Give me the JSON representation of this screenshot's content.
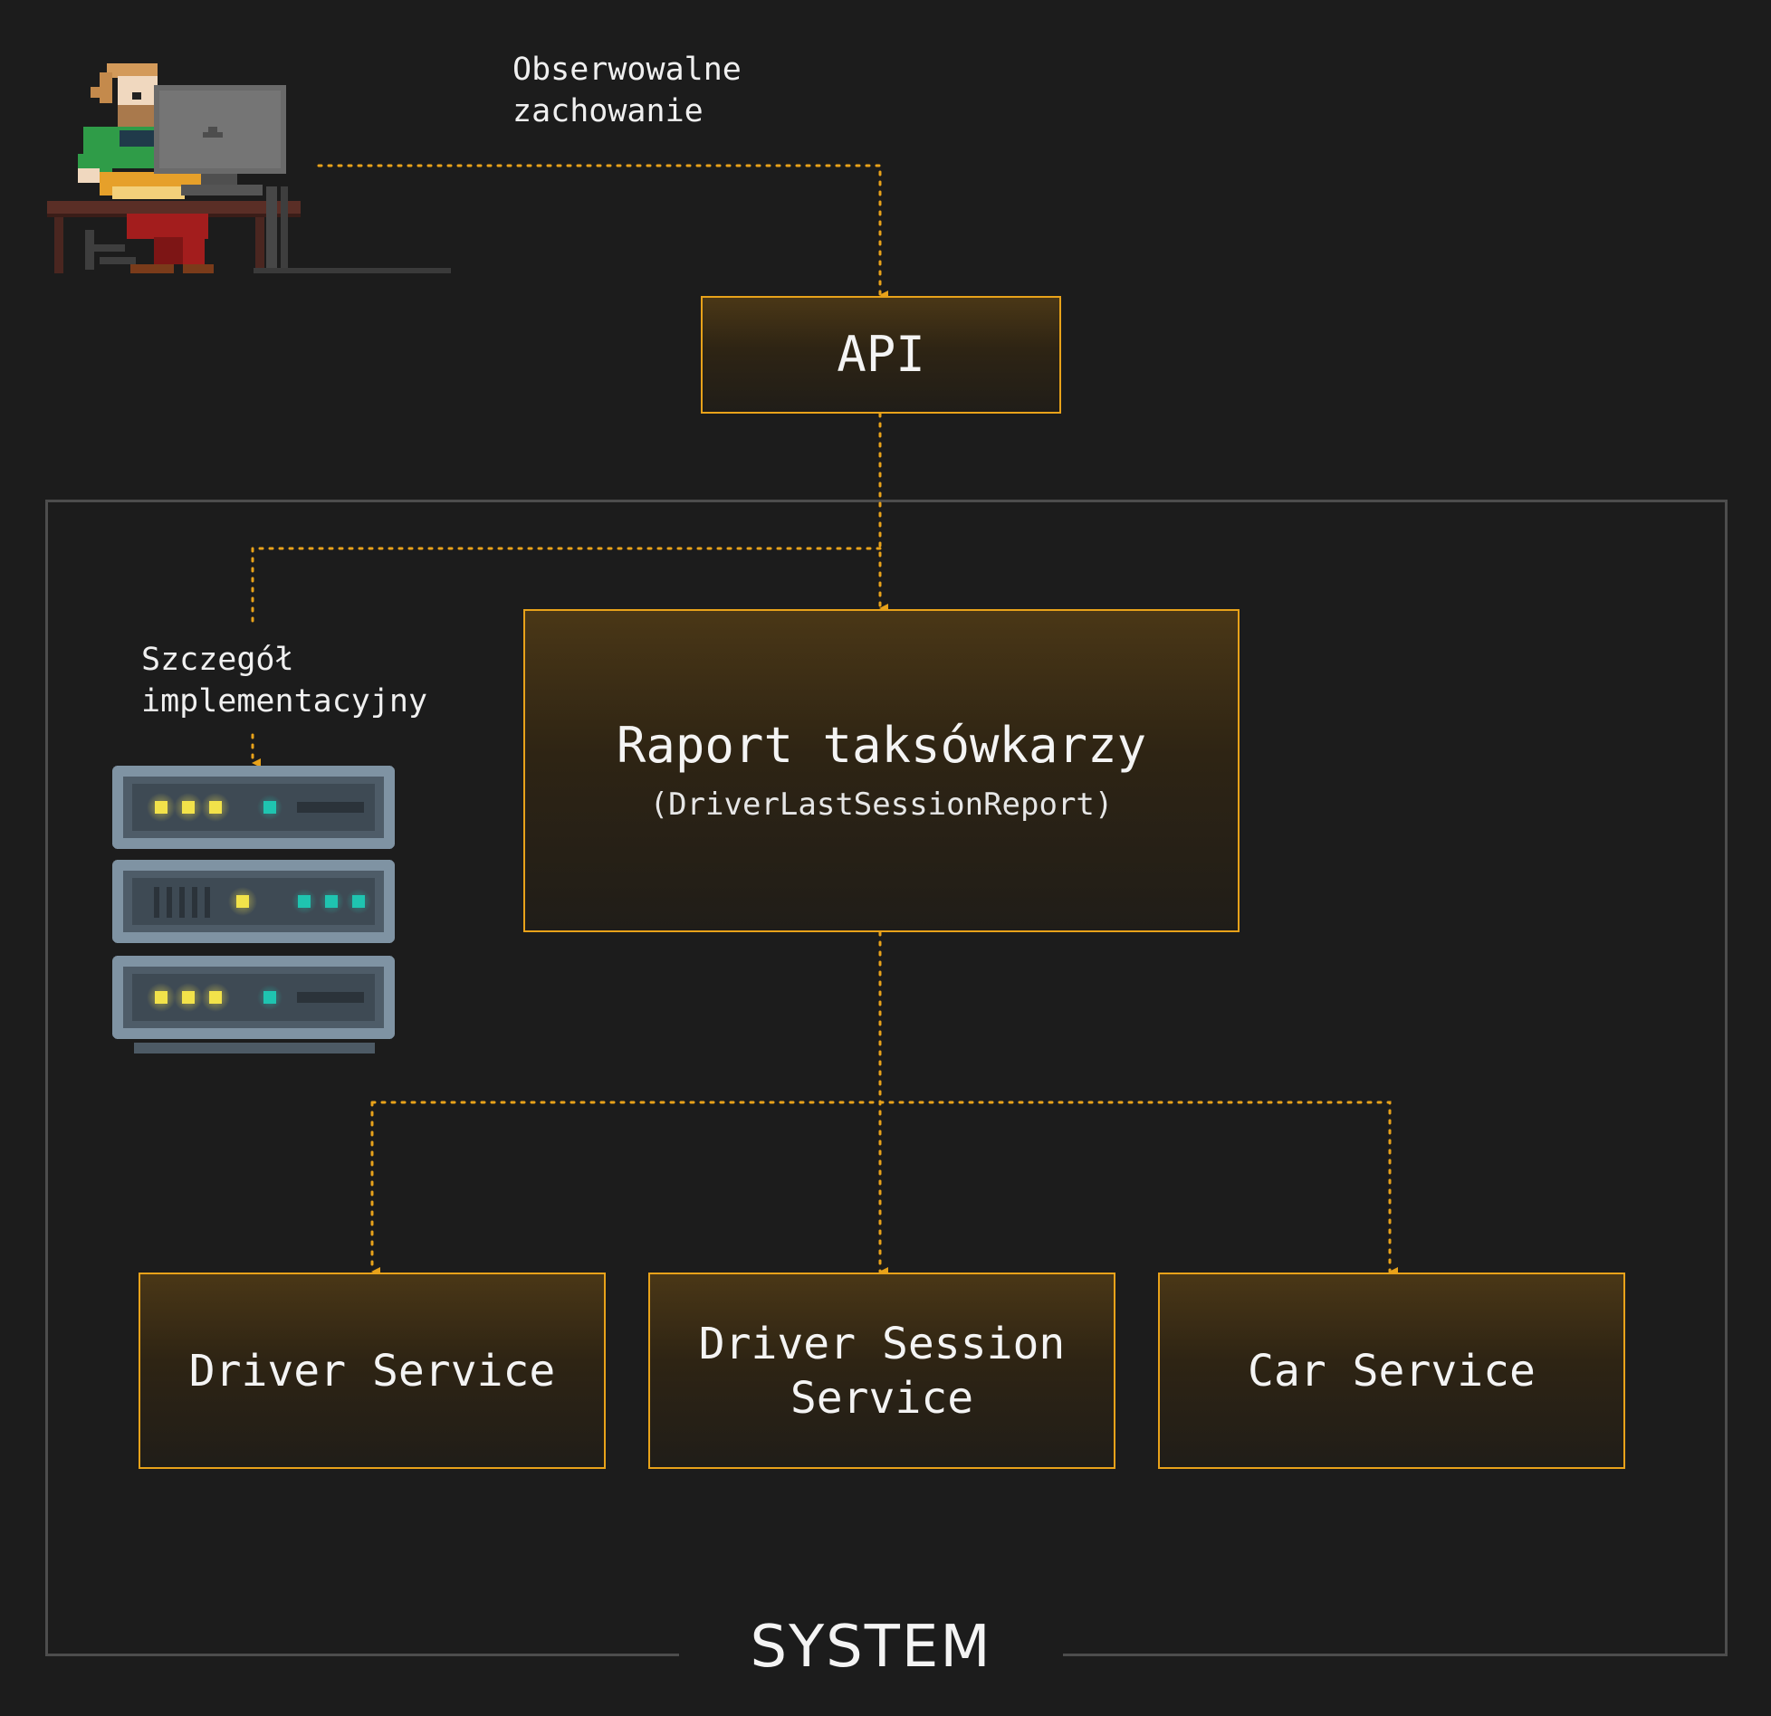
{
  "diagram": {
    "user_label": "Obserwowalne\nzachowanie",
    "detail_label": "Szczegół\nimplementacyjny",
    "api": {
      "title": "API"
    },
    "report": {
      "title": "Raport taksówkarzy",
      "subtitle": "(DriverLastSessionReport)"
    },
    "services": [
      {
        "title": "Driver Service"
      },
      {
        "title": "Driver Session\nService"
      },
      {
        "title": "Car Service"
      }
    ],
    "system_label": "SYSTEM",
    "icons": {
      "user": "developer-at-desk-icon",
      "server": "server-rack-icon"
    },
    "colors": {
      "background": "#1c1c1c",
      "accent": "#e8a21a",
      "frame": "#4d4d4d"
    }
  }
}
